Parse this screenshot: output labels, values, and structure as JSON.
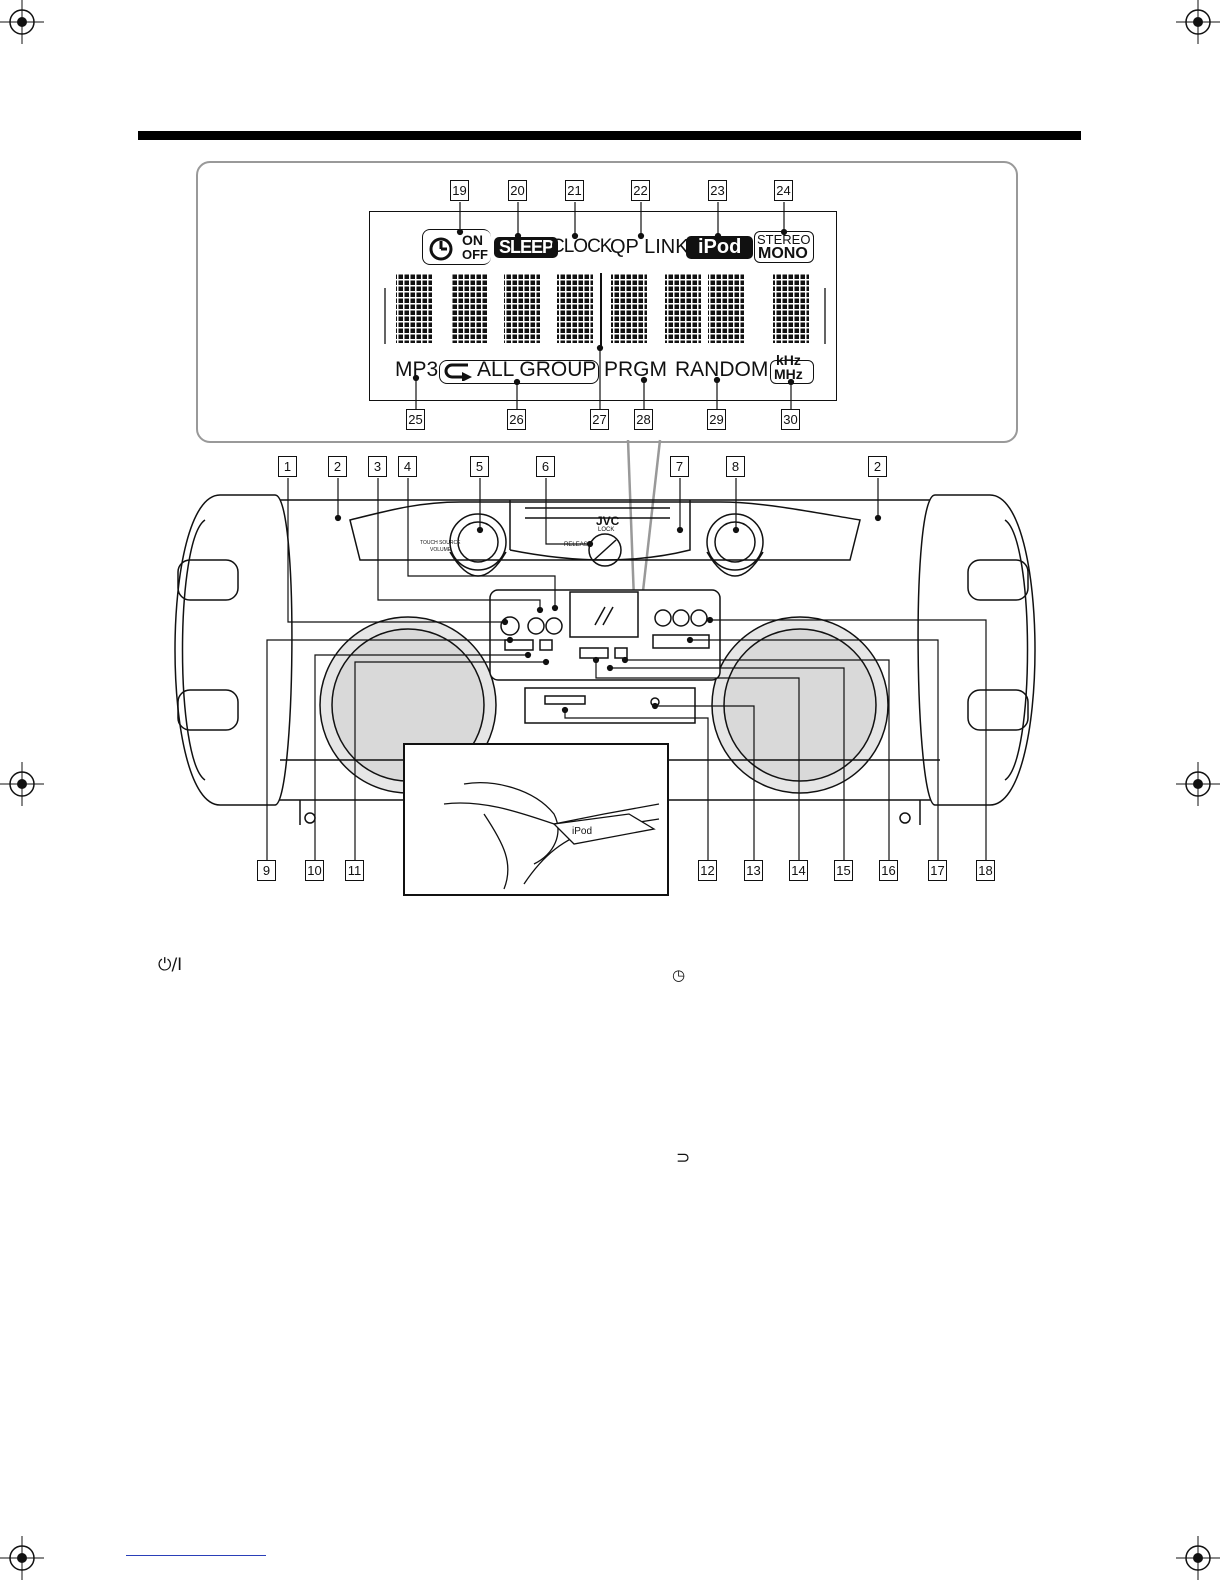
{
  "display": {
    "timer_on": "ON",
    "timer_off": "OFF",
    "sleep": "SLEEP",
    "clock": "CLOCK",
    "qp_link": "QP LINK",
    "ipod": "iPod",
    "stereo": "STEREO",
    "mono": "MONO",
    "mp3": "MP3",
    "all_group": "ALL GROUP",
    "prgm": "PRGM",
    "random": "RANDOM",
    "khz": "kHz",
    "mhz": "MHz"
  },
  "callouts_display": [
    "19",
    "20",
    "21",
    "22",
    "23",
    "24",
    "25",
    "26",
    "27",
    "28",
    "29",
    "30"
  ],
  "callouts_top": [
    "1",
    "2",
    "3",
    "4",
    "5",
    "6",
    "7",
    "8",
    "2"
  ],
  "callouts_bottom": [
    "9",
    "10",
    "11",
    "12",
    "13",
    "14",
    "15",
    "16",
    "17",
    "18"
  ],
  "device": {
    "brand": "JVC",
    "lock": "LOCK",
    "release": "RELEASE",
    "ipod_label": "iPod",
    "left_knob_label": "TOUCH SOURCE",
    "volume_label": "VOLUME"
  },
  "symbols": {
    "power_symbol": "⏻/I",
    "timer_symbol": "◷",
    "repeat_symbol": "⊃"
  }
}
